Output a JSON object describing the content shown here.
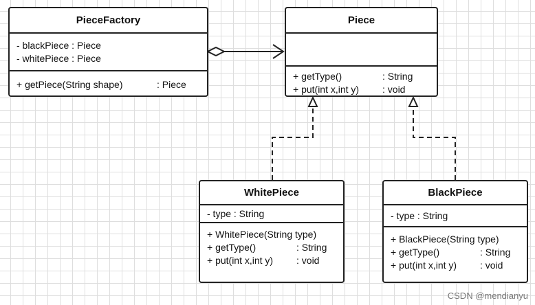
{
  "classes": {
    "factory": {
      "name": "PieceFactory",
      "attributes": [
        "- blackPiece : Piece",
        "- whitePiece : Piece"
      ],
      "methods": [
        {
          "sig": "+ getPiece(String shape)",
          "ret": ": Piece"
        }
      ]
    },
    "piece": {
      "name": "Piece",
      "methods": [
        {
          "sig": "+ getType()",
          "ret": ": String"
        },
        {
          "sig": "+ put(int x,int y)",
          "ret": ": void"
        }
      ]
    },
    "white": {
      "name": "WhitePiece",
      "attributes": [
        "- type : String"
      ],
      "methods": [
        {
          "sig": "+ WhitePiece(String type)",
          "ret": ""
        },
        {
          "sig": "+ getType()",
          "ret": ": String"
        },
        {
          "sig": "+ put(int x,int y)",
          "ret": ": void"
        }
      ]
    },
    "black": {
      "name": "BlackPiece",
      "attributes": [
        "- type : String"
      ],
      "methods": [
        {
          "sig": "+ BlackPiece(String type)",
          "ret": ""
        },
        {
          "sig": "+ getType()",
          "ret": ": String"
        },
        {
          "sig": "+ put(int x,int y)",
          "ret": ": void"
        }
      ]
    }
  },
  "relations": [
    {
      "from": "PieceFactory",
      "to": "Piece",
      "type": "aggregation"
    },
    {
      "from": "WhitePiece",
      "to": "Piece",
      "type": "realization"
    },
    {
      "from": "BlackPiece",
      "to": "Piece",
      "type": "realization"
    }
  ],
  "watermark": "CSDN @mendianyu"
}
